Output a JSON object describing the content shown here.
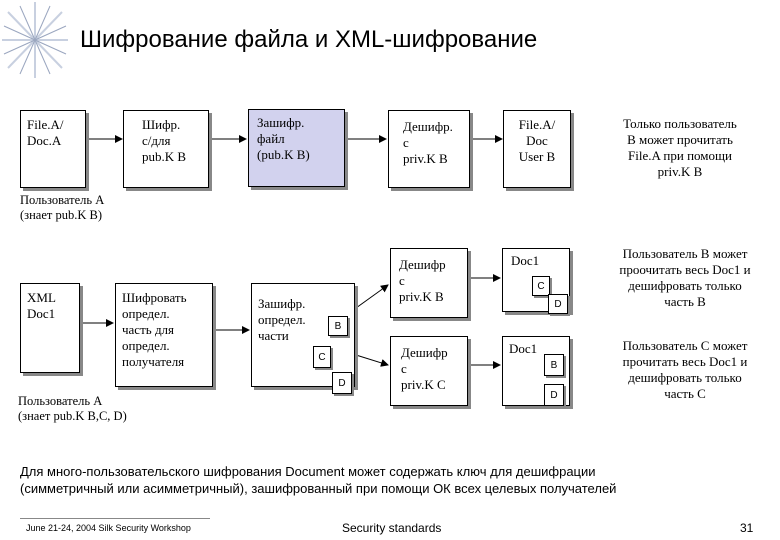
{
  "title": "Шифрование файла и XML-шифрование",
  "top_flow": {
    "file_a": "File.A/\nDoc.A",
    "encrypt": "Шифр.\nc/для\npub.K B",
    "encrypted_file": "Зашифр.\nфайл\n(pub.K B)",
    "decrypt": "Дешифр.\nc\npriv.K B",
    "result": "File.A/\nDoc\nUser B",
    "note": "Только пользователь\nB может прочитать\nFile.A при помощи\npriv.K B",
    "user_a": "Пользователь A\n(знает pub.K B)"
  },
  "bottom_flow": {
    "xml_doc": "XML\nDoc1",
    "encrypt_part": "Шифровать\nопредел.\nчасть для\nопредел.\nполучателя",
    "encrypted_parts": "Зашифр.\nопредел.\nчасти",
    "key_b": "B",
    "key_c": "C",
    "key_d": "D",
    "decrypt_b": "Дешифр\nc\npriv.K B",
    "decrypt_c": "Дешифр\nc\npriv.K C",
    "doc1_b": "Doc1",
    "doc1_c": "Doc1",
    "note_b": "Пользователь B может\nпроочитать весь Doc1 и\nдешифровать только\nчасть B",
    "note_c": "Пользователь C может\nпрочитать весь Doc1 и\nдешифровать только\nчасть C",
    "user_a": "Пользователь A\n(знает pub.K B,C, D)"
  },
  "summary": "Для много-пользовательского шифрования Document может содержать ключ для дешифрации\n(симметричный или асимметричный), зашифрованный при  помощи ОК всех целевых получателей",
  "footer": {
    "date": "June 21-24, 2004 Silk Security Workshop",
    "center": "Security standards",
    "page": "31"
  },
  "colors": {
    "shaded_box": "#d2d2ee",
    "shadow": "#888888",
    "accent_star": "#c8d0e0"
  },
  "icons": [
    "starburst-logo-icon"
  ]
}
